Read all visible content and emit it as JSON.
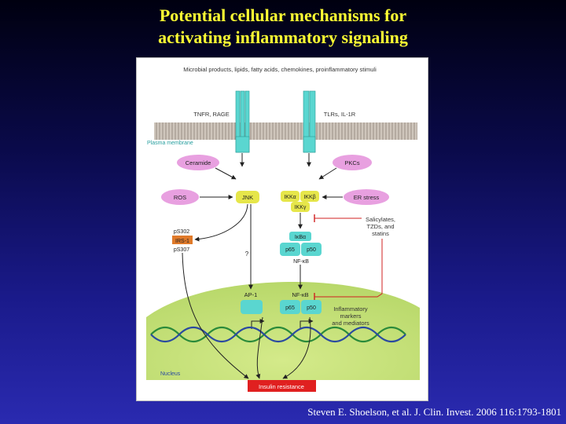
{
  "slide": {
    "title_line1": "Potential cellular mechanisms for",
    "title_line2": "activating inflammatory signaling",
    "citation": "Steven E. Shoelson, et al. J. Clin. Invest. 2006 116:1793-1801"
  },
  "diagram": {
    "stimuli": "Microbial products, lipids, fatty acids, chemokines, proinflammatory stimuli",
    "receptor_left": "TNFR, RAGE",
    "receptor_right": "TLRs, IL-1R",
    "plasma_membrane": "Plasma membrane",
    "ceramide": "Ceramide",
    "pkcs": "PKCs",
    "ros": "ROS",
    "jnk": "JNK",
    "ikka": "IKKα",
    "ikkb": "IKKβ",
    "ikkg": "IKKγ",
    "er_stress": "ER stress",
    "inhibitors": [
      "Salicylates,",
      "TZDs, and",
      "statins"
    ],
    "ps302": "pS302",
    "irs1": "IRS-1",
    "ps307": "pS307",
    "ikba": "IκBα",
    "p65": "p65",
    "p50": "p50",
    "nfkb": "NF-κB",
    "question": "?",
    "ap1": "AP-1",
    "nfkb_nucleus": "NF-κB",
    "p65_nucleus": "p65",
    "p50_nucleus": "p50",
    "inflammatory": [
      "Inflammatory",
      "markers",
      "and mediators"
    ],
    "nucleus": "Nucleus",
    "insulin_resistance": "Insulin resistance"
  },
  "colors": {
    "title": "#ffff33",
    "pink": "#e8a0e0",
    "yellow": "#e6e64a",
    "cyan": "#5ad6d0",
    "orange": "#e07a2a",
    "red": "#e02020",
    "nucleus": "#c8e27a"
  }
}
